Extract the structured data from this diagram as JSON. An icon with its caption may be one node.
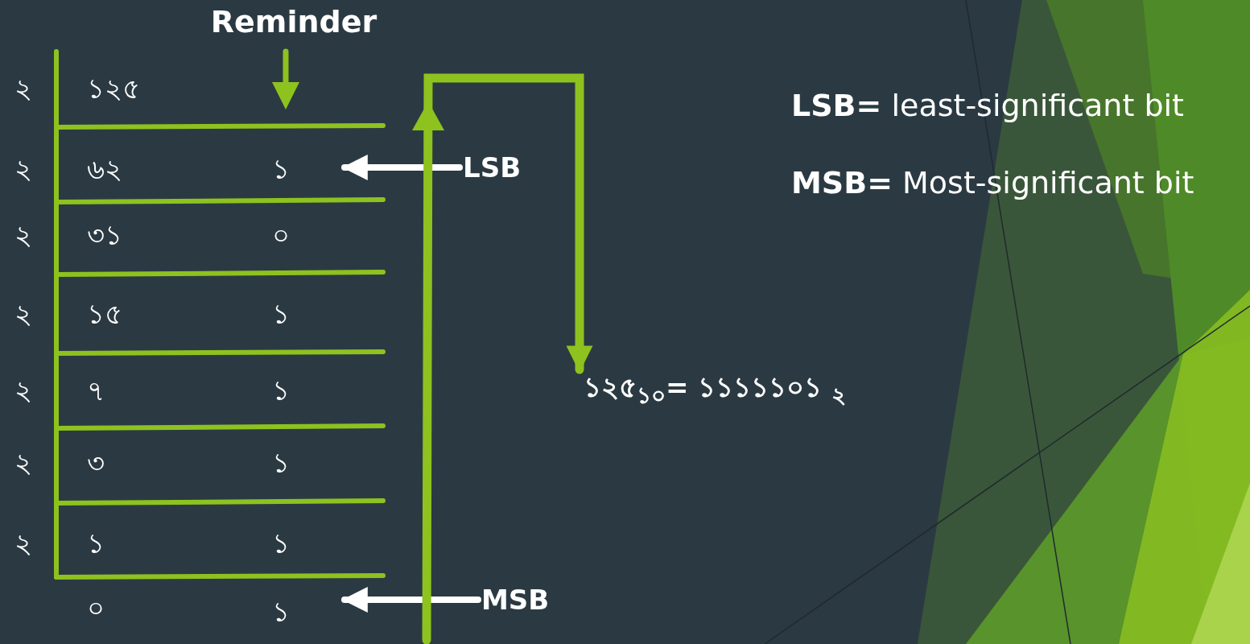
{
  "diagram": {
    "nodes": [
      {
        "text": [
          "১"
        ]
      },
      {
        "text": [
          "LSB"
        ]
      },
      {
        "text": [
          "১"
        ]
      },
      {
        "text": [
          "MSB"
        ]
      },
      {
        "text": [
          "১২৫$_{১০}$= ১১১১১০১ $_{২}$"
        ]
      }
    ],
    "edges": [
      {
        "from": 1,
        "to": 0,
        "arrow": "to"
      },
      {
        "from": 3,
        "to": 2,
        "arrow": "to"
      },
      {
        "from": null,
        "to": 4,
        "arrow": "to",
        "color": "#8dc21f"
      }
    ],
    "labels": [
      "Reminder",
      "২",
      "১২৫",
      "২",
      "৬২",
      "২",
      "৩১",
      "০",
      "২",
      "১৫",
      "১",
      "২",
      "৭",
      "১",
      "২",
      "৩",
      "১",
      "২",
      "১",
      "১",
      "০",
      "**LSB=** least-significant bit",
      "**MSB=** Most-significant bit"
    ]
  }
}
